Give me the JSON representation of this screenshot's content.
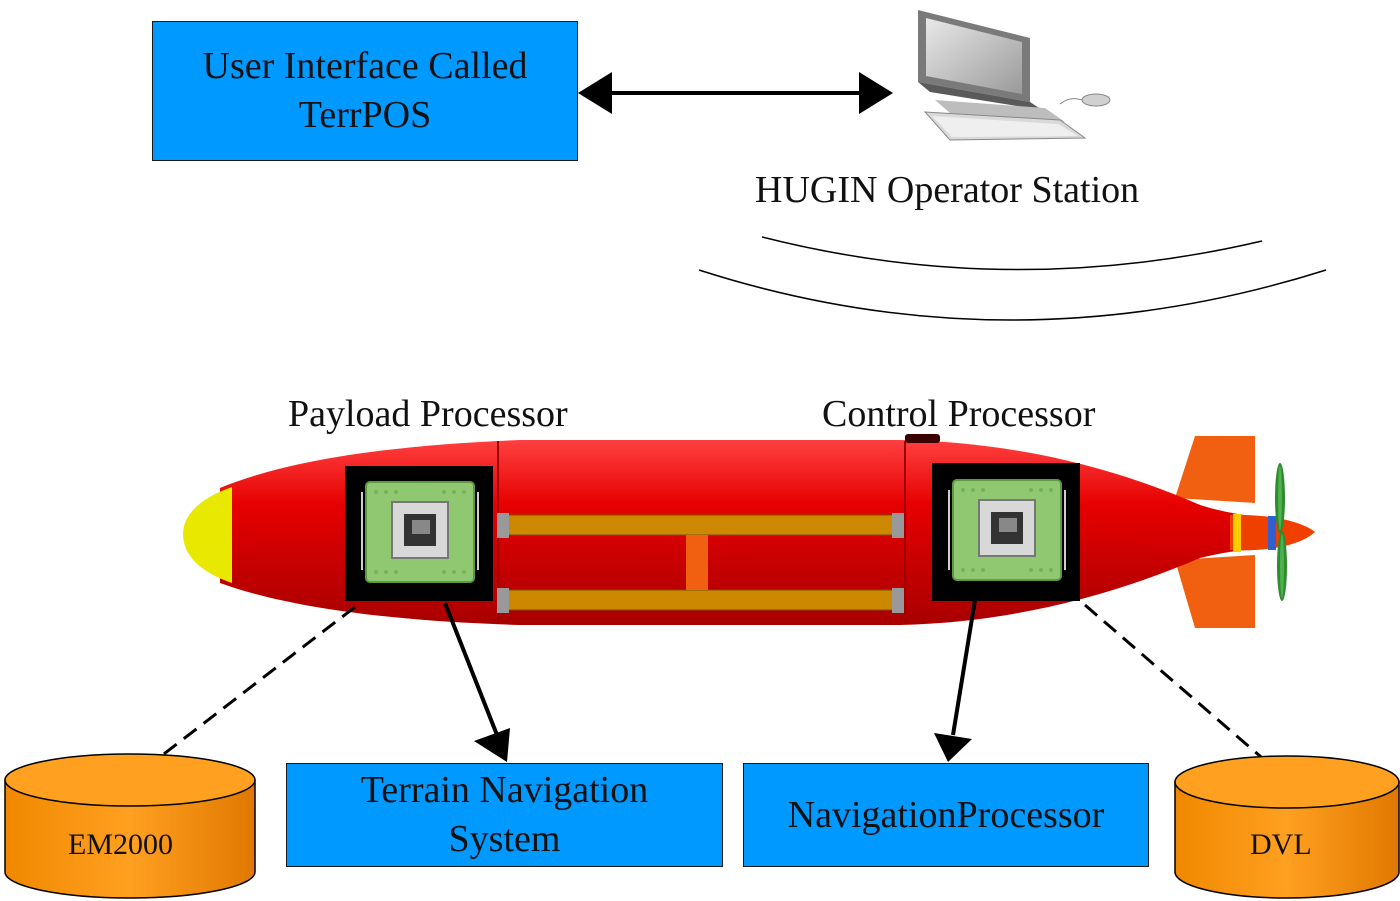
{
  "terrpos_box": {
    "line1": "User Interface Called",
    "line2": "TerrPOS"
  },
  "operator_station": {
    "label": "HUGIN Operator Station"
  },
  "payload_processor": {
    "label": "Payload Processor"
  },
  "control_processor": {
    "label": "Control Processor"
  },
  "terrain_nav_box": {
    "line1": "Terrain Navigation",
    "line2": "System"
  },
  "nav_processor_box": {
    "label": "NavigationProcessor"
  },
  "em2000": {
    "label": "EM2000"
  },
  "dvl": {
    "label": "DVL"
  },
  "colors": {
    "box_fill": "#0099ff",
    "cylinder_fill": "#ff9900",
    "auv_body": "#e60000",
    "nose_cone": "#e8e800",
    "fin": "#f06010",
    "propeller": "#2e8b2e",
    "chip": "#8fc870"
  }
}
